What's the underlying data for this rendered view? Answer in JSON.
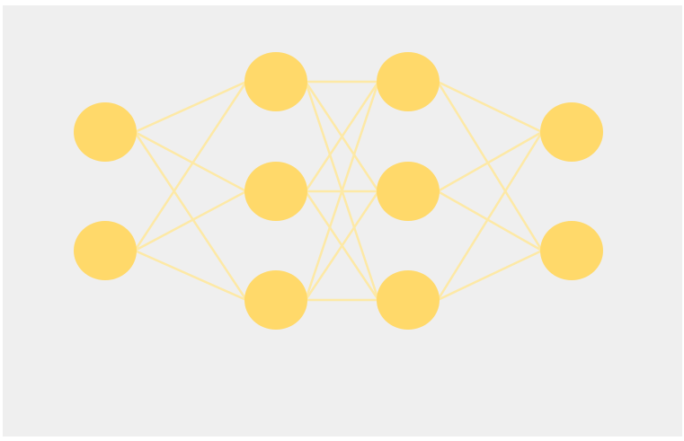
{
  "diagram": {
    "type": "neural-network",
    "layers": [
      {
        "id": "input",
        "nodes": 2
      },
      {
        "id": "hidden-1",
        "nodes": 3
      },
      {
        "id": "hidden-2",
        "nodes": 3
      },
      {
        "id": "output",
        "nodes": 2
      }
    ],
    "connectivity": "fully-connected",
    "colors": {
      "background": "#efefef",
      "node": "#ffd96a",
      "edge": "#fde9a6"
    }
  }
}
